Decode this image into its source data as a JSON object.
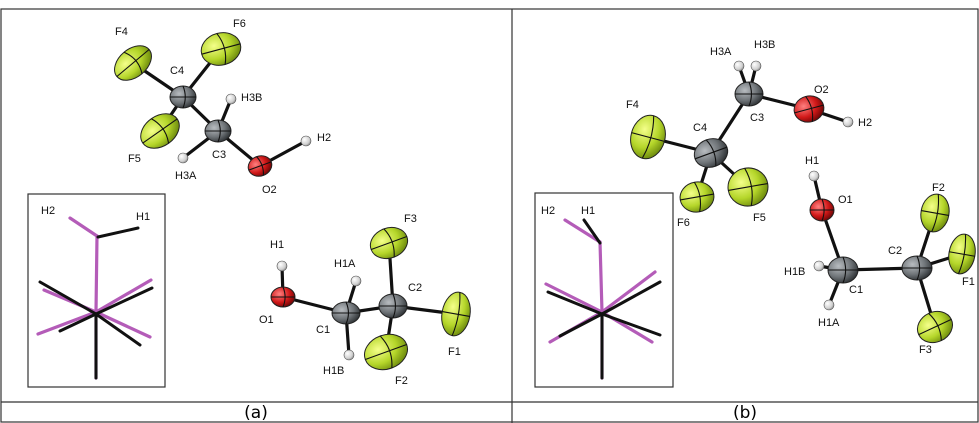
{
  "colors": {
    "fluorine": "#b5d62a",
    "carbon": "#6f7478",
    "oxygen": "#d01818",
    "hydrogen": "#d0d0d0",
    "bond": "#111111",
    "inset_magenta": "#b45cb8",
    "inset_black": "#111111",
    "frame": "#333333"
  },
  "panels": [
    {
      "caption": "(a)",
      "atoms": [
        {
          "id": "F4",
          "label": "F4",
          "element": "F"
        },
        {
          "id": "F6",
          "label": "F6",
          "element": "F"
        },
        {
          "id": "C4",
          "label": "C4",
          "element": "C"
        },
        {
          "id": "H3B",
          "label": "H3B",
          "element": "H"
        },
        {
          "id": "F5",
          "label": "F5",
          "element": "F"
        },
        {
          "id": "C3",
          "label": "C3",
          "element": "C"
        },
        {
          "id": "H3A",
          "label": "H3A",
          "element": "H"
        },
        {
          "id": "O2",
          "label": "O2",
          "element": "O"
        },
        {
          "id": "H2",
          "label": "H2",
          "element": "H"
        },
        {
          "id": "F3",
          "label": "F3",
          "element": "F"
        },
        {
          "id": "H1",
          "label": "H1",
          "element": "H"
        },
        {
          "id": "H1A",
          "label": "H1A",
          "element": "H"
        },
        {
          "id": "C2",
          "label": "C2",
          "element": "C"
        },
        {
          "id": "O1",
          "label": "O1",
          "element": "O"
        },
        {
          "id": "C1",
          "label": "C1",
          "element": "C"
        },
        {
          "id": "F1",
          "label": "F1",
          "element": "F"
        },
        {
          "id": "H1B",
          "label": "H1B",
          "element": "H"
        },
        {
          "id": "F2",
          "label": "F2",
          "element": "F"
        }
      ],
      "bonds": [
        [
          "F4",
          "C4"
        ],
        [
          "F6",
          "C4"
        ],
        [
          "F5",
          "C4"
        ],
        [
          "C4",
          "C3"
        ],
        [
          "C3",
          "H3B"
        ],
        [
          "C3",
          "H3A"
        ],
        [
          "C3",
          "O2"
        ],
        [
          "O2",
          "H2"
        ],
        [
          "H1",
          "O1"
        ],
        [
          "O1",
          "C1"
        ],
        [
          "C1",
          "H1A"
        ],
        [
          "C1",
          "H1B"
        ],
        [
          "C1",
          "C2"
        ],
        [
          "C2",
          "F3"
        ],
        [
          "C2",
          "F1"
        ],
        [
          "C2",
          "F2"
        ]
      ],
      "inset": {
        "labels": [
          "H2",
          "H1"
        ]
      }
    },
    {
      "caption": "(b)",
      "atoms": [
        {
          "id": "H3A",
          "label": "H3A",
          "element": "H"
        },
        {
          "id": "H3B",
          "label": "H3B",
          "element": "H"
        },
        {
          "id": "O2",
          "label": "O2",
          "element": "O"
        },
        {
          "id": "C3",
          "label": "C3",
          "element": "C"
        },
        {
          "id": "H2",
          "label": "H2",
          "element": "H"
        },
        {
          "id": "F4",
          "label": "F4",
          "element": "F"
        },
        {
          "id": "C4",
          "label": "C4",
          "element": "C"
        },
        {
          "id": "H1",
          "label": "H1",
          "element": "H"
        },
        {
          "id": "O1",
          "label": "O1",
          "element": "O"
        },
        {
          "id": "F2",
          "label": "F2",
          "element": "F"
        },
        {
          "id": "F6",
          "label": "F6",
          "element": "F"
        },
        {
          "id": "F5",
          "label": "F5",
          "element": "F"
        },
        {
          "id": "C2",
          "label": "C2",
          "element": "C"
        },
        {
          "id": "H1B",
          "label": "H1B",
          "element": "H"
        },
        {
          "id": "C1",
          "label": "C1",
          "element": "C"
        },
        {
          "id": "F1",
          "label": "F1",
          "element": "F"
        },
        {
          "id": "H1A",
          "label": "H1A",
          "element": "H"
        },
        {
          "id": "F3",
          "label": "F3",
          "element": "F"
        }
      ],
      "bonds": [
        [
          "C3",
          "H3A"
        ],
        [
          "C3",
          "H3B"
        ],
        [
          "C3",
          "O2"
        ],
        [
          "O2",
          "H2"
        ],
        [
          "C3",
          "C4"
        ],
        [
          "C4",
          "F4"
        ],
        [
          "C4",
          "F6"
        ],
        [
          "C4",
          "F5"
        ],
        [
          "H1",
          "O1"
        ],
        [
          "O1",
          "C1"
        ],
        [
          "C1",
          "H1B"
        ],
        [
          "C1",
          "H1A"
        ],
        [
          "C1",
          "C2"
        ],
        [
          "C2",
          "F2"
        ],
        [
          "C2",
          "F1"
        ],
        [
          "C2",
          "F3"
        ]
      ],
      "inset": {
        "labels": [
          "H2",
          "H1"
        ]
      }
    }
  ]
}
